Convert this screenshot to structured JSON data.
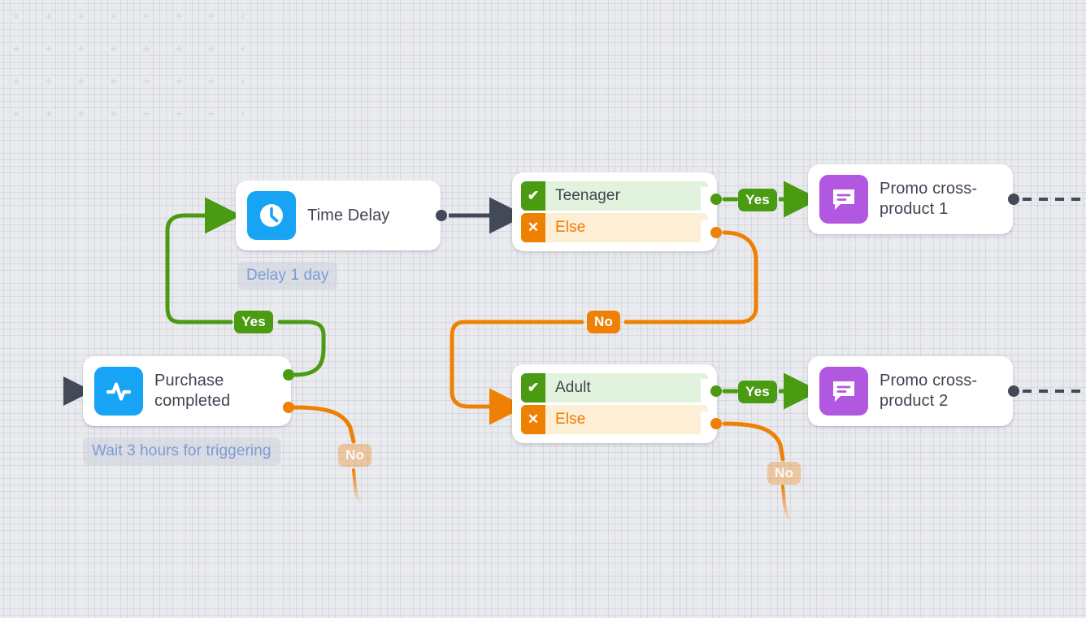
{
  "canvas": {
    "background": "#e9eaee",
    "grid": true
  },
  "colors": {
    "green": "#4a9a12",
    "orange": "#ee8103",
    "dark": "#434a57",
    "blue": "#18a4f5",
    "purple": "#b257e0",
    "yes_row_bg": "#e2f3dd",
    "else_row_bg": "#fdeed6",
    "else_text": "#f07c00",
    "pill_text": "#7b9cd4"
  },
  "nodes": {
    "purchase": {
      "label": "Purchase\ncompleted",
      "icon": "activity-pulse-icon",
      "icon_color": "#18a4f5",
      "annotation": "Wait 3 hours for triggering"
    },
    "time_delay": {
      "label": "Time Delay",
      "icon": "clock-icon",
      "icon_color": "#18a4f5",
      "annotation": "Delay 1 day"
    },
    "promo1": {
      "label": "Promo cross-\nproduct 1",
      "icon": "message-bubble-icon",
      "icon_color": "#b257e0"
    },
    "promo2": {
      "label": "Promo cross-\nproduct 2",
      "icon": "message-bubble-icon",
      "icon_color": "#b257e0"
    },
    "teenager_branch": {
      "rows": [
        {
          "mark": "check",
          "text": "Teenager",
          "type": "yes"
        },
        {
          "mark": "cross",
          "text": "Else",
          "type": "no"
        }
      ]
    },
    "adult_branch": {
      "rows": [
        {
          "mark": "check",
          "text": "Adult",
          "type": "yes"
        },
        {
          "mark": "cross",
          "text": "Else",
          "type": "no"
        }
      ]
    }
  },
  "badges": {
    "purchase_yes": "Yes",
    "purchase_no": "No",
    "teenager_yes": "Yes",
    "teenager_no": "No",
    "adult_yes": "Yes",
    "adult_no": "No"
  },
  "marks": {
    "check": "✔",
    "cross": "✕"
  }
}
